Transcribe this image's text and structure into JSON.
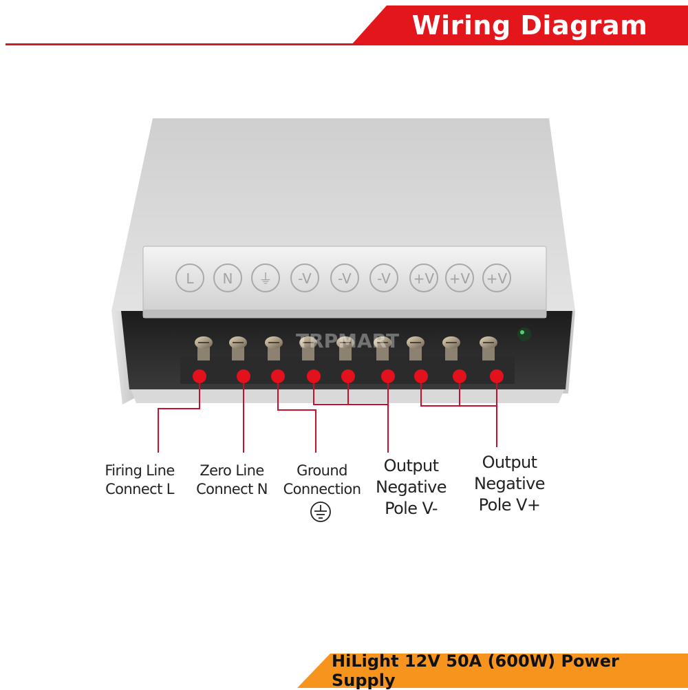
{
  "header": {
    "title": "Wiring Diagram"
  },
  "footer": {
    "product_title": "HiLight 12V 50A (600W) Power Supply"
  },
  "cover_symbols": [
    "L",
    "N",
    "⏚",
    "-V",
    "-V",
    "-V",
    "+V",
    "+V",
    "+V"
  ],
  "watermark": "TRPMART",
  "callouts": {
    "firing_line": {
      "line1": "Firing Line",
      "line2": "Connect L"
    },
    "zero_line": {
      "line1": "Zero Line",
      "line2": "Connect N"
    },
    "ground": {
      "line1": "Ground",
      "line2": "Connection",
      "symbol": "ground-symbol-icon"
    },
    "output_neg_minus": {
      "line1": "Output",
      "line2": "Negative",
      "line3": "Pole V-"
    },
    "output_neg_plus": {
      "line1": "Output",
      "line2": "Negative",
      "line3": "Pole V+"
    }
  },
  "colors": {
    "header_red": "#e3161b",
    "footer_orange": "#f7941d",
    "marker_red": "#e3111b",
    "leader_red": "#c8102e",
    "housing_silver": "#d4d4d4"
  }
}
